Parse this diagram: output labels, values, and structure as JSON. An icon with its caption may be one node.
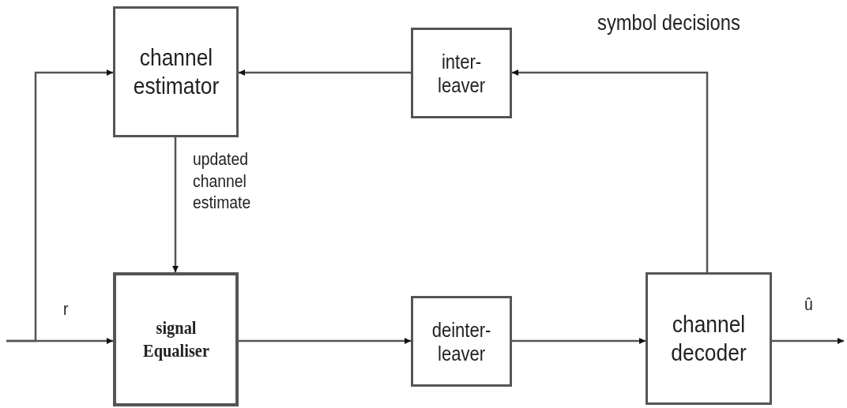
{
  "diagram": {
    "nodes": [
      {
        "text": [
          "channel estimator"
        ]
      },
      {
        "text": [
          "inter- leaver"
        ]
      },
      {
        "text": [
          "signal Equaliser"
        ]
      },
      {
        "text": [
          "deinter- leaver"
        ]
      },
      {
        "text": [
          "channel decoder"
        ]
      }
    ],
    "edges": [
      {
        "from": null,
        "to": 2,
        "arrow": "to",
        "label": "r"
      },
      {
        "from": null,
        "to": 0,
        "arrow": "to"
      },
      {
        "from": 0,
        "to": 2,
        "arrow": "to",
        "label": "updated channel estimate"
      },
      {
        "from": 2,
        "to": 3,
        "arrow": "to"
      },
      {
        "from": 3,
        "to": 4,
        "arrow": "to"
      },
      {
        "from": 4,
        "to": null,
        "arrow": "to",
        "label": "û"
      },
      {
        "from": 4,
        "to": 1,
        "arrow": "to"
      },
      {
        "from": 1,
        "to": 0,
        "arrow": "to"
      }
    ],
    "labels": [
      "symbol decisions"
    ]
  }
}
